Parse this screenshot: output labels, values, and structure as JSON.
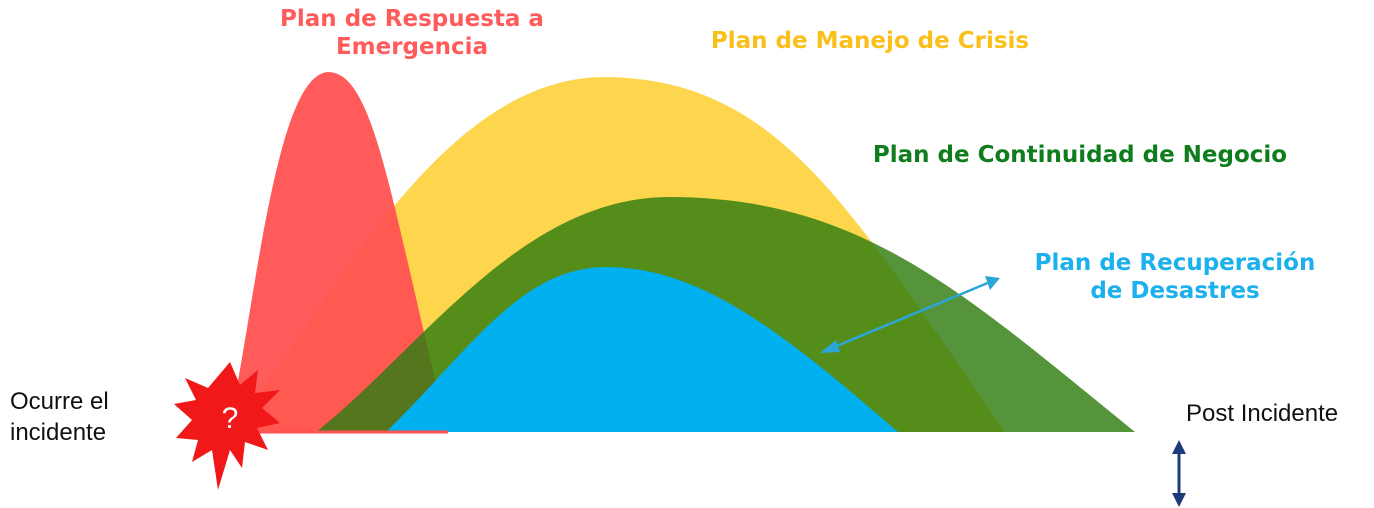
{
  "colors": {
    "emergency": "#ff5252",
    "crisis": "#fdd33f",
    "continuity": "#2f7d10",
    "recovery": "#00b0ef",
    "incident_star": "#f01818",
    "arrow": "#2aa7d7",
    "timeline_arrow": "#1f3a7a",
    "background": "#ffffff"
  },
  "labels": {
    "emergency": {
      "line1": "Plan de Respuesta a",
      "line2": "Emergencia",
      "color": "#ff5b5b"
    },
    "crisis": {
      "text": "Plan de Manejo de Crisis",
      "color": "#fbbf1c"
    },
    "continuity": {
      "text": "Plan de Continuidad de Negocio",
      "color": "#0f7d1e"
    },
    "recovery": {
      "line1": "Plan de Recuperación",
      "line2": "de Desastres",
      "color": "#1cb0ec"
    }
  },
  "incident": {
    "symbol": "?",
    "start_line1": "Ocurre el",
    "start_line2": "incidente",
    "end_label": "Post Incidente"
  },
  "icons": {
    "incident": "explosion-star-icon",
    "double_arrow": "double-arrow-icon",
    "vertical_arrow": "vertical-double-arrow-icon"
  }
}
